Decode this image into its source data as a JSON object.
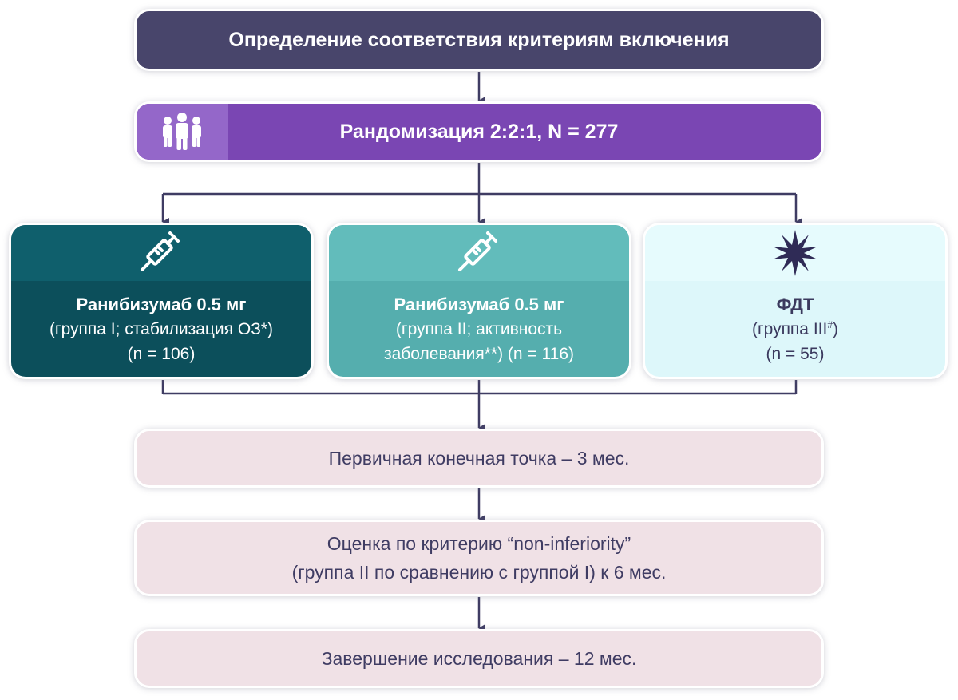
{
  "eligibility": {
    "label": "Определение соответствия критериям включения"
  },
  "randomization": {
    "label": "Рандомизация 2:2:1, N = 277",
    "icon": "people-group-icon"
  },
  "arms": [
    {
      "icon": "syringe-icon",
      "title": "Ранибизумаб 0.5 мг",
      "line1": "(группа I; стабилизация ОЗ*)",
      "line2": "(n = 106)"
    },
    {
      "icon": "syringe-icon",
      "title": "Ранибизумаб 0.5 мг",
      "line1": "(группа II; активность",
      "line2": "заболевания**) (n = 116)"
    },
    {
      "icon": "starburst-icon",
      "title": "ФДТ",
      "line1": "(группа III",
      "line1_sup": "#",
      "line1_end": ")",
      "line2": "(n = 55)"
    }
  ],
  "steps": {
    "primary": "Первичная конечная точка – 3 мес.",
    "noninferiority_line1": "Оценка по критерию “non-inferiority”",
    "noninferiority_line2": "(группа II по сравнению с группой I) к 6 мес.",
    "completion": "Завершение исследования – 12 мес."
  },
  "colors": {
    "eligibility": "#48456b",
    "randomization": "#7a46b3",
    "arm1": "#0c4f5b",
    "arm2": "#55aeae",
    "arm3": "#ddf7fa",
    "steps": "#f0e1e6",
    "connector": "#3f3c63"
  }
}
